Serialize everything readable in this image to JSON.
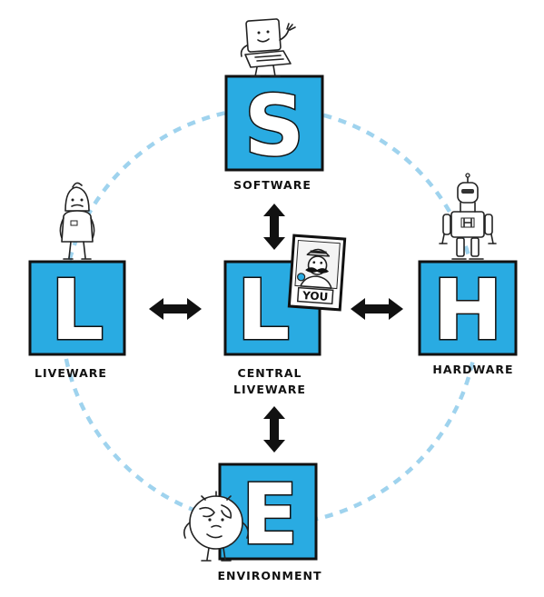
{
  "colors": {
    "tile_fill": "#29abe2",
    "tile_border": "#111111",
    "ring": "#9fd3ee",
    "arrow": "#111111"
  },
  "tiles": {
    "software": {
      "letter": "S",
      "label": "SOFTWARE"
    },
    "liveware": {
      "letter": "L",
      "label": "LIVEWARE"
    },
    "central": {
      "letter": "L",
      "label_line1": "CENTRAL",
      "label_line2": "LIVEWARE"
    },
    "hardware": {
      "letter": "H",
      "label": "HARDWARE"
    },
    "environment": {
      "letter": "E",
      "label": "ENVIRONMENT"
    }
  },
  "badge": {
    "text": "YOU"
  },
  "icons": {
    "computer": "laptop-character-icon",
    "person": "worried-person-icon",
    "robot": "robot-icon",
    "globe": "globe-character-icon",
    "mustache": "mustache-portrait-icon"
  }
}
